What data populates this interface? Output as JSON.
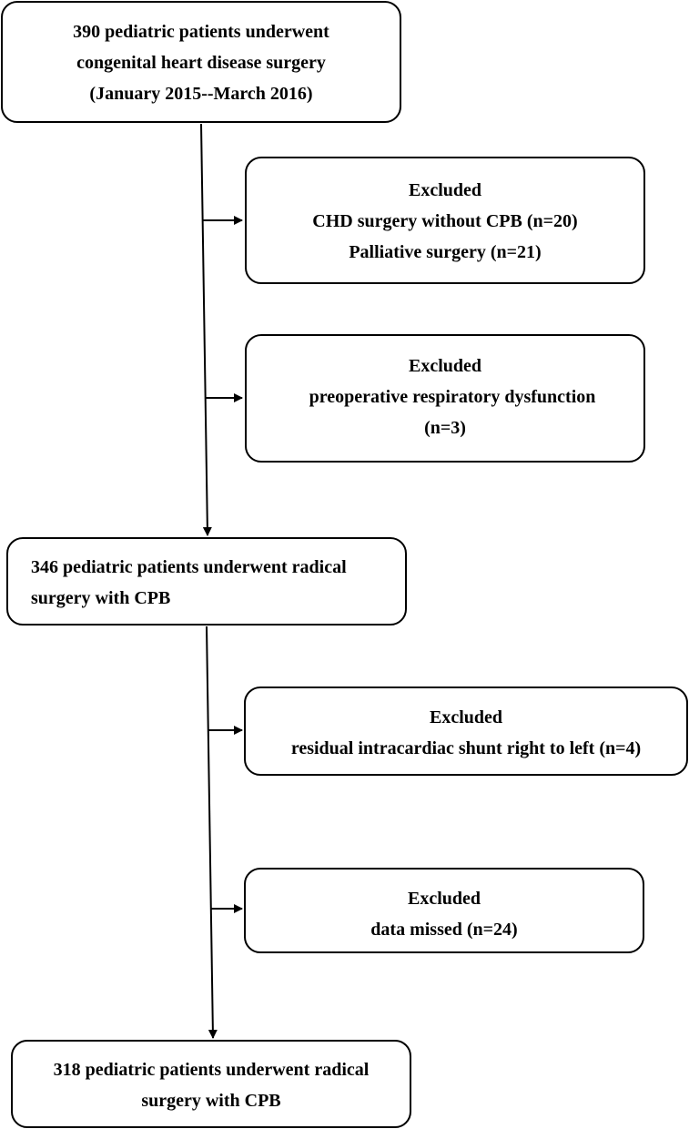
{
  "boxes": {
    "initial": {
      "lines": [
        "390 pediatric patients underwent",
        "congenital heart disease surgery",
        "(January 2015--March 2016)"
      ]
    },
    "excluded1": {
      "lines": [
        "Excluded",
        "CHD surgery without CPB (n=20)",
        "Palliative surgery (n=21)"
      ]
    },
    "excluded2": {
      "lines": [
        "Excluded",
        "preoperative respiratory dysfunction",
        "(n=3)"
      ]
    },
    "middle": {
      "lines": [
        "346 pediatric patients underwent radical",
        "surgery with CPB"
      ]
    },
    "excluded3": {
      "lines": [
        "Excluded",
        "residual intracardiac shunt right to left (n=4)"
      ]
    },
    "excluded4": {
      "lines": [
        "Excluded",
        "data missed (n=24)"
      ]
    },
    "final": {
      "lines": [
        "318 pediatric patients underwent radical",
        "surgery with CPB"
      ]
    }
  }
}
